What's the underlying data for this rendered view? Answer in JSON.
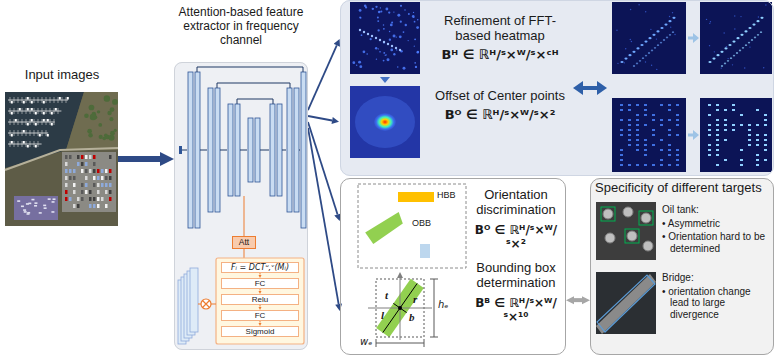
{
  "diagram": {
    "nodes": [
      {
        "text": [
          "Input images"
        ]
      },
      {
        "text": [
          "Attention-based feature extractor in frequency channel"
        ]
      },
      {
        "text": [
          "Att"
        ],
        "in": 1
      },
      {
        "text": [
          "Fᵢ = DCTᵘ,ᵛ(Mᵢ)"
        ],
        "in": 1
      },
      {
        "text": [
          "FC"
        ],
        "in": 1
      },
      {
        "text": [
          "Relu"
        ],
        "in": 1
      },
      {
        "text": [
          "FC"
        ],
        "in": 1
      },
      {
        "text": [
          "Sigmoid"
        ],
        "in": 1
      },
      {
        "text": [
          "Refinement of FFT-based heatmap",
          "Bᴴ ∈ ℝᴴ/ˢ×ᵂ/ˢ×ᶜᴴ",
          "Offset of Center points",
          "Bᴼ ∈ ℝᴴ/ˢ×ᵂ/ˢ×²"
        ]
      },
      {
        "text": [
          "Orientation discrimination",
          "Bᴼ ∈ ℝᴴ/ˢ×ᵂ/ˢ×²",
          "Bounding box determination",
          "Bᴮ ∈ ℝᴴ/ˢ×ᵂ/ˢ×¹⁰"
        ]
      },
      {
        "text": [
          "Specificity of different targets",
          "Oil tank:",
          "• Asymmetric",
          "• Orientation hard to be determined",
          "Bridge:",
          "• orientation change lead to large divergence"
        ]
      }
    ],
    "edges": [
      {
        "from": 0,
        "to": 1,
        "arrow": "to"
      },
      {
        "from": 1,
        "to": 8,
        "arrow": "to"
      },
      {
        "from": 1,
        "to": 8,
        "arrow": "to"
      },
      {
        "from": 1,
        "to": 9,
        "arrow": "to"
      },
      {
        "from": 1,
        "to": 9,
        "arrow": "to"
      },
      {
        "from": 3,
        "to": 4,
        "arrow": "to"
      },
      {
        "from": 4,
        "to": 5,
        "arrow": "to"
      },
      {
        "from": 5,
        "to": 6,
        "arrow": "to"
      },
      {
        "from": 6,
        "to": 7,
        "arrow": "to"
      },
      {
        "from": 9,
        "to": 10,
        "arrow": "both"
      }
    ],
    "labels": [
      "HBB",
      "OBB",
      "t",
      "r",
      "l",
      "b",
      "hₑ",
      "wₑ"
    ]
  }
}
